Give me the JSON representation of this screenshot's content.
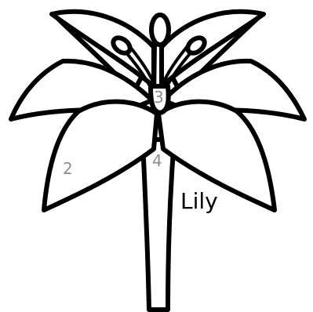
{
  "diagram": {
    "name_label": "Lily",
    "labels": {
      "petal": "2",
      "center": "3",
      "stem": "4"
    },
    "colors": {
      "outline": "#000000",
      "fill": "#ffffff",
      "number_label": "#8c8c8c"
    }
  }
}
